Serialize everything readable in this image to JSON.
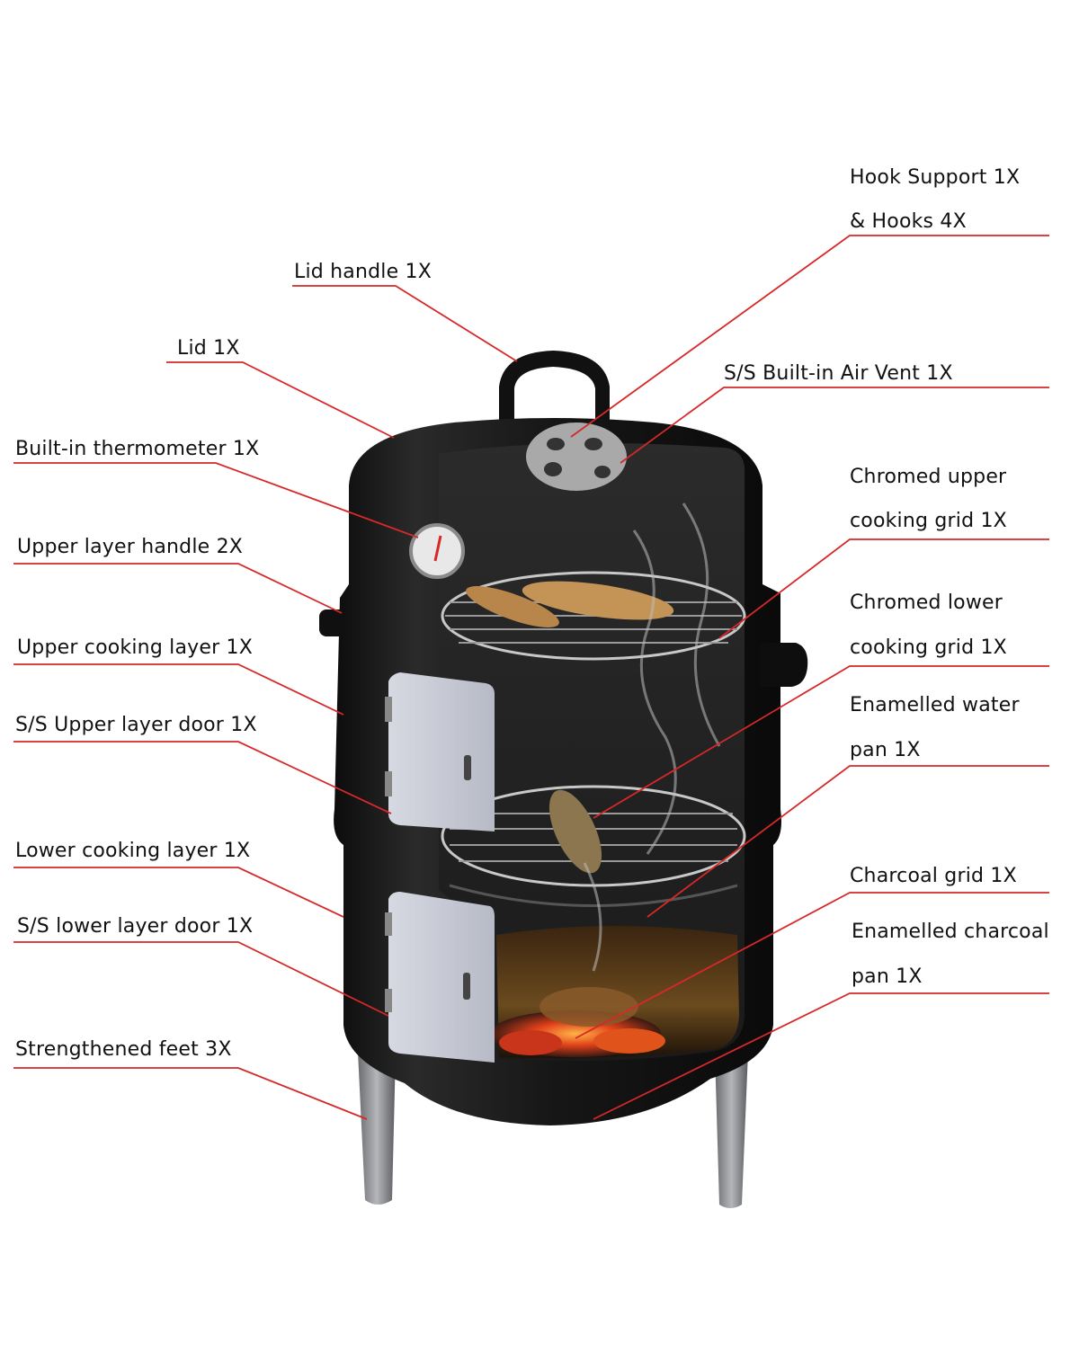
{
  "diagram": {
    "subject": "3-in-1 vertical charcoal smoker (cutaway)",
    "line_color": "#d62828",
    "body_color": "#141414",
    "door_color": "#c9cbd6",
    "leg_color": "#8a8c90",
    "labels_left": [
      {
        "id": "lid-handle",
        "text": "Lid handle 1X"
      },
      {
        "id": "lid",
        "text": "Lid 1X"
      },
      {
        "id": "thermometer",
        "text": "Built-in thermometer 1X"
      },
      {
        "id": "upper-handle",
        "text": "Upper layer handle 2X"
      },
      {
        "id": "upper-layer",
        "text": "Upper cooking layer 1X"
      },
      {
        "id": "upper-door",
        "text": "S/S Upper layer door 1X"
      },
      {
        "id": "lower-layer",
        "text": "Lower cooking layer 1X"
      },
      {
        "id": "lower-door",
        "text": "S/S lower layer door 1X"
      },
      {
        "id": "feet",
        "text": "Strengthened feet 3X"
      }
    ],
    "labels_right": [
      {
        "id": "hook-support",
        "line1": "Hook Support 1X",
        "line2": "& Hooks 4X"
      },
      {
        "id": "air-vent",
        "line1": "S/S Built-in Air Vent 1X"
      },
      {
        "id": "upper-grid",
        "line1": "Chromed upper",
        "line2": "cooking grid 1X"
      },
      {
        "id": "lower-grid",
        "line1": "Chromed lower",
        "line2": "cooking grid 1X"
      },
      {
        "id": "water-pan",
        "line1": "Enamelled water",
        "line2": "pan 1X"
      },
      {
        "id": "charcoal-grid",
        "line1": "Charcoal grid 1X"
      },
      {
        "id": "charcoal-pan",
        "line1": "Enamelled charcoal",
        "line2": "pan 1X"
      }
    ]
  }
}
